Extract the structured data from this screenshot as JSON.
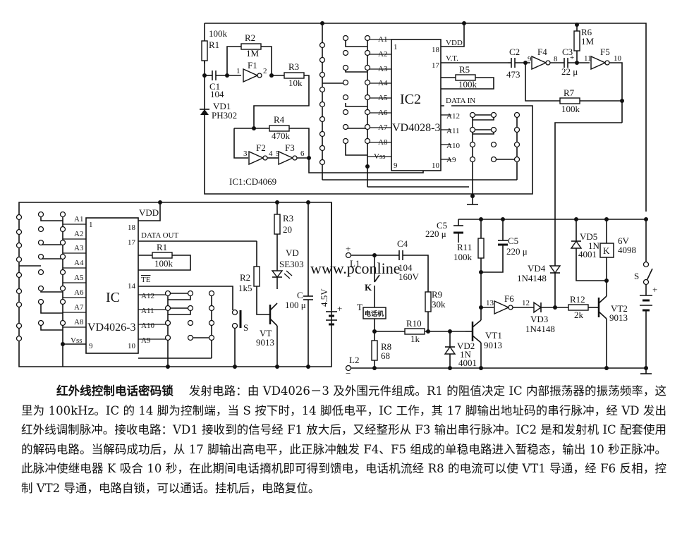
{
  "schematic": {
    "receiver": {
      "R1": {
        "name": "R1",
        "value": "100k"
      },
      "R2": {
        "name": "R2",
        "value": "1M"
      },
      "R3": {
        "name": "R3",
        "value": "10k"
      },
      "R4": {
        "name": "R4",
        "value": "470k"
      },
      "C1": {
        "name": "C1",
        "value": "104"
      },
      "VD1": {
        "name": "VD1",
        "value": "PH302"
      },
      "F1": {
        "name": "F1",
        "pin_in": "1",
        "pin_out": "2"
      },
      "F2": {
        "name": "F2",
        "pin_in": "3",
        "pin_out": "4"
      },
      "F3": {
        "name": "F3",
        "pin_in": "5",
        "pin_out": "6"
      },
      "ic1_label": "IC1:CD4069",
      "IC2": {
        "name": "IC2",
        "part": "VD4028-3",
        "left_pins": [
          "A1",
          "A2",
          "A3",
          "A4",
          "A5",
          "A6",
          "A7",
          "A8",
          "Vss"
        ],
        "right_pins": [
          "VDD",
          "V.T.",
          "DATA  IN",
          "A12",
          "A11",
          "A10",
          "A9"
        ],
        "pin_numbers": {
          "p1": "1",
          "p9": "9",
          "p18": "18",
          "p17": "17",
          "p10": "10"
        }
      },
      "R5": {
        "name": "R5",
        "value": "100k"
      },
      "C2": {
        "name": "C2",
        "value": "473"
      },
      "F4": {
        "name": "F4",
        "pin_in": "9",
        "pin_out": "8"
      },
      "C3": {
        "name": "C3",
        "value": "22 μ"
      },
      "R6": {
        "name": "R6",
        "value": "1M"
      },
      "F5": {
        "name": "F5",
        "pin_in": "11",
        "pin_out": "10"
      },
      "R7": {
        "name": "R7",
        "value": "100k"
      }
    },
    "transmitter": {
      "IC": {
        "name": "IC",
        "part": "VD4026-3",
        "left_pins": [
          "A1",
          "A2",
          "A3",
          "A4",
          "A5",
          "A6",
          "A7",
          "A8",
          "Vss"
        ],
        "right_pins": [
          "VDD",
          "DATA  OUT",
          "TE",
          "A12",
          "A11",
          "A10",
          "A9"
        ],
        "pin_numbers": {
          "p1": "1",
          "p9": "9",
          "p18": "18",
          "p17": "17",
          "p14": "14",
          "p10": "10"
        }
      },
      "R1": {
        "name": "R1",
        "value": "100k"
      },
      "R2": {
        "name": "R2",
        "value": "1k5"
      },
      "R3": {
        "name": "R3",
        "value": "20"
      },
      "VD": {
        "name": "VD",
        "value": "SE303"
      },
      "VT": {
        "name": "VT",
        "value": "9013"
      },
      "C": {
        "name": "C",
        "value": "100 μ"
      },
      "S": {
        "name": "S"
      },
      "battery": {
        "value": "4.5V",
        "plus": "+"
      }
    },
    "phone_circuit": {
      "L1": "L1",
      "L2": "L2",
      "plus": "+",
      "minus": "−",
      "K": "K",
      "T": "T",
      "phone_label": "电话机",
      "C4": {
        "name": "C4",
        "value1": "104",
        "value2": "160V"
      },
      "R9": {
        "name": "R9",
        "value": "30k"
      },
      "R10": {
        "name": "R10",
        "value": "1k"
      },
      "R8": {
        "name": "R8",
        "value": "68"
      },
      "VD2": {
        "name": "VD2",
        "value1": "1N",
        "value2": "4001"
      },
      "VT1": {
        "name": "VT1",
        "value": "9013"
      },
      "C5a": {
        "name": "C5",
        "value": "220 μ"
      },
      "R11": {
        "name": "R11",
        "value": "100k"
      },
      "C5b": {
        "name": "C5",
        "value": "220 μ"
      },
      "F6": {
        "name": "F6",
        "pin_in": "13",
        "pin_out": "12"
      },
      "VD3": {
        "name": "VD3",
        "value": "1N4148"
      },
      "VD4": {
        "name": "VD4",
        "value": "1N4148"
      },
      "R12": {
        "name": "R12",
        "value": "2k"
      },
      "VT2": {
        "name": "VT2",
        "value": "9013"
      },
      "VD5": {
        "name": "VD5",
        "value1": "1N",
        "value2": "4001"
      },
      "relay": {
        "name": "K",
        "value1": "6V",
        "value2": "4098"
      },
      "S": "S",
      "battery_plus": "+"
    },
    "watermark": "www.pconline"
  },
  "caption": {
    "title": "红外线控制电话密码锁",
    "body": "发射电路：由 VD4026－3 及外围元件组成。R1 的阻值决定 IC 内部振荡器的振荡频率，这里为 100kHz。IC 的 14 脚为控制端，当 S 按下时，14 脚低电平，IC 工作，其 17 脚输出地址码的串行脉冲，经 VD 发出红外线调制脉冲。接收电路：VD1 接收到的信号经 F1 放大后，又经整形从 F3 输出串行脉冲。IC2 是和发射机 IC 配套使用的解码电路。当解码成功后，从 17 脚输出高电平，此正脉冲触发 F4、F5 组成的单稳电路进入暂稳态，输出 10 秒正脉冲。此脉冲使继电器 K 吸合 10 秒，在此期间电话摘机即可得到馈电，电话机流经 R8 的电流可以使 VT1 导通，经 F6 反相，控制 VT2 导通，电路自锁，可以通话。挂机后，电路复位。"
  }
}
